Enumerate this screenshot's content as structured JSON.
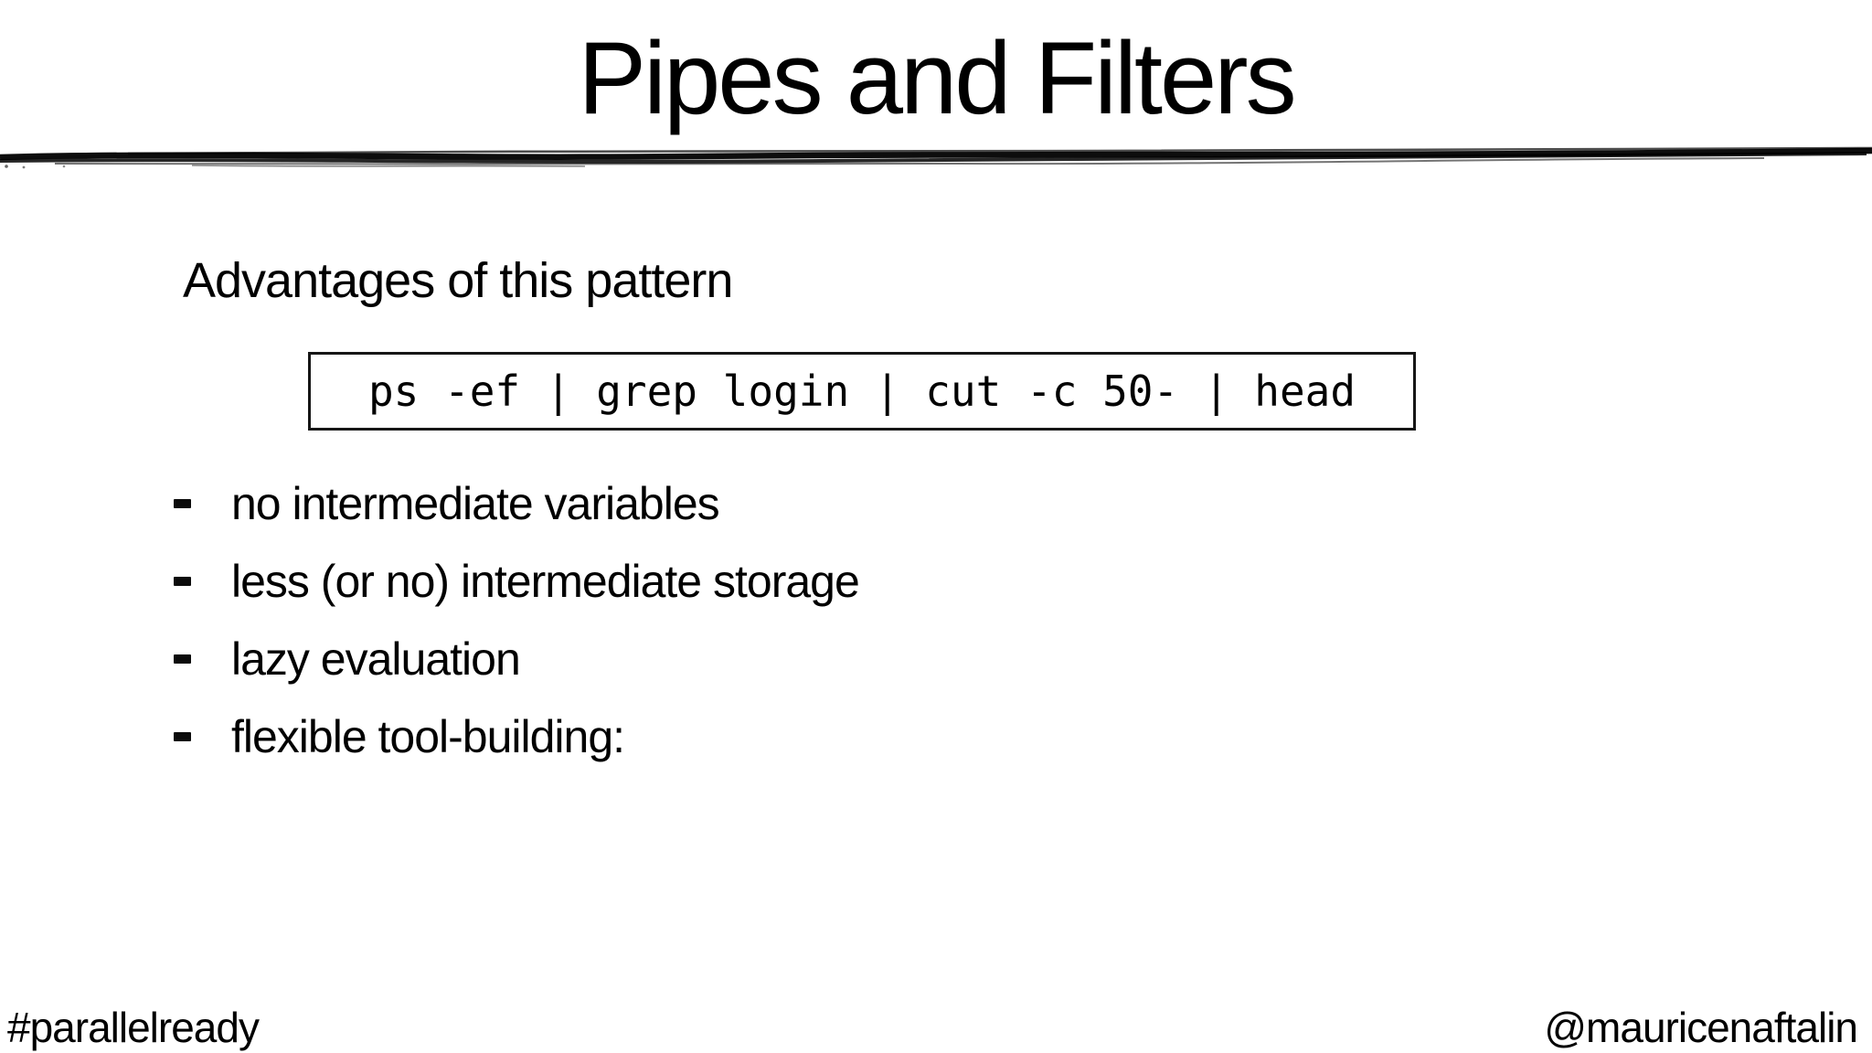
{
  "slide": {
    "title": "Pipes and Filters",
    "heading": "Advantages of this pattern",
    "code_snippet": "ps -ef | grep login | cut -c 50- | head",
    "bullets": [
      "no intermediate variables",
      "less (or no) intermediate storage",
      "lazy evaluation",
      "flexible tool-building:"
    ],
    "footer_left": "#parallelready",
    "footer_right": "@mauricenaftalin",
    "colors": {
      "background": "#ffffff",
      "text": "#000000",
      "divider": "#000000"
    }
  }
}
